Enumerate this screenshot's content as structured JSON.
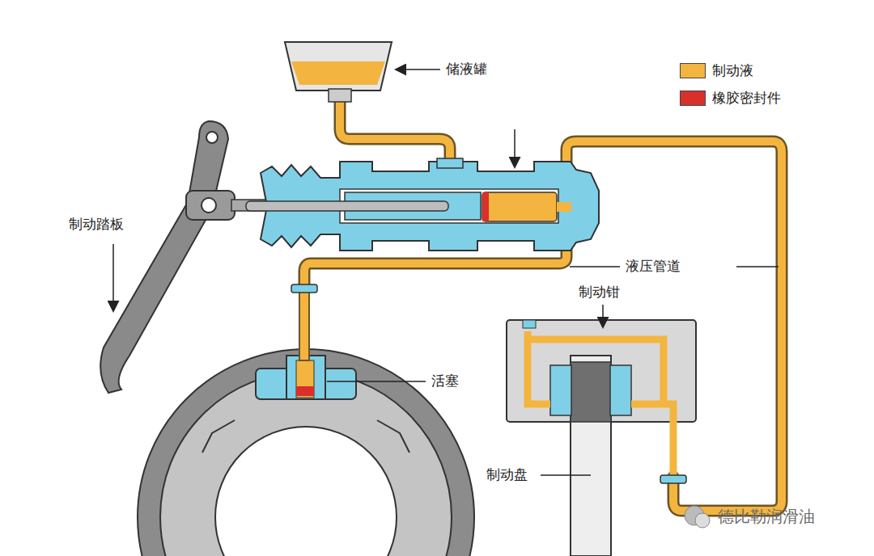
{
  "diagram": {
    "labels": [
      "储液罐",
      "制动踏板",
      "液压管道",
      "制动钳",
      "活塞",
      "制动盘",
      "德比勒润滑油"
    ],
    "legend": [
      {
        "text": "制动液",
        "color": "#f3b53f"
      },
      {
        "text": "橡胶密封件",
        "color": "#d9302a"
      }
    ]
  }
}
